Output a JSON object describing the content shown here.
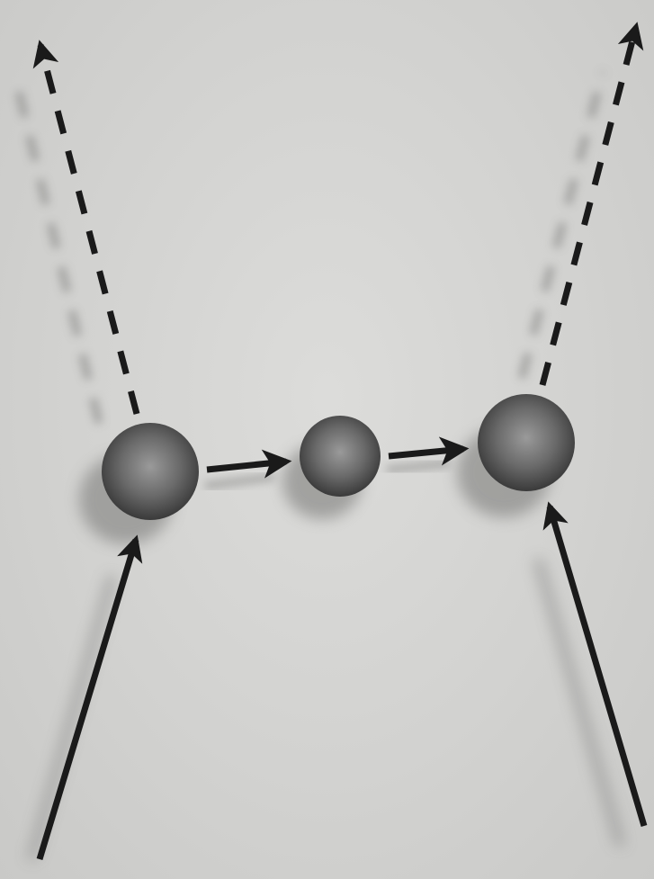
{
  "diagram": {
    "background_color": "#d3d3d1",
    "arrow_color": "#1a1a1a",
    "shadow_color": "#8f8f8d",
    "sphere_dark_color": "#3a3a3a",
    "sphere_light_color": "#9a9a9a",
    "nodes": [
      {
        "name": "left-sphere",
        "size": "large"
      },
      {
        "name": "middle-sphere",
        "size": "small"
      },
      {
        "name": "right-sphere",
        "size": "large"
      }
    ],
    "arrows": [
      {
        "name": "incoming-arrow-left",
        "style": "solid",
        "to": "left-sphere"
      },
      {
        "name": "incoming-arrow-right",
        "style": "solid",
        "to": "right-sphere"
      },
      {
        "name": "transfer-arrow-left-to-middle",
        "style": "solid",
        "from": "left-sphere",
        "to": "middle-sphere"
      },
      {
        "name": "transfer-arrow-middle-to-right",
        "style": "solid",
        "from": "middle-sphere",
        "to": "right-sphere"
      },
      {
        "name": "outgoing-dashed-arrow-left",
        "style": "dashed",
        "from": "left-sphere"
      },
      {
        "name": "outgoing-dashed-arrow-right",
        "style": "dashed",
        "from": "right-sphere"
      }
    ]
  }
}
